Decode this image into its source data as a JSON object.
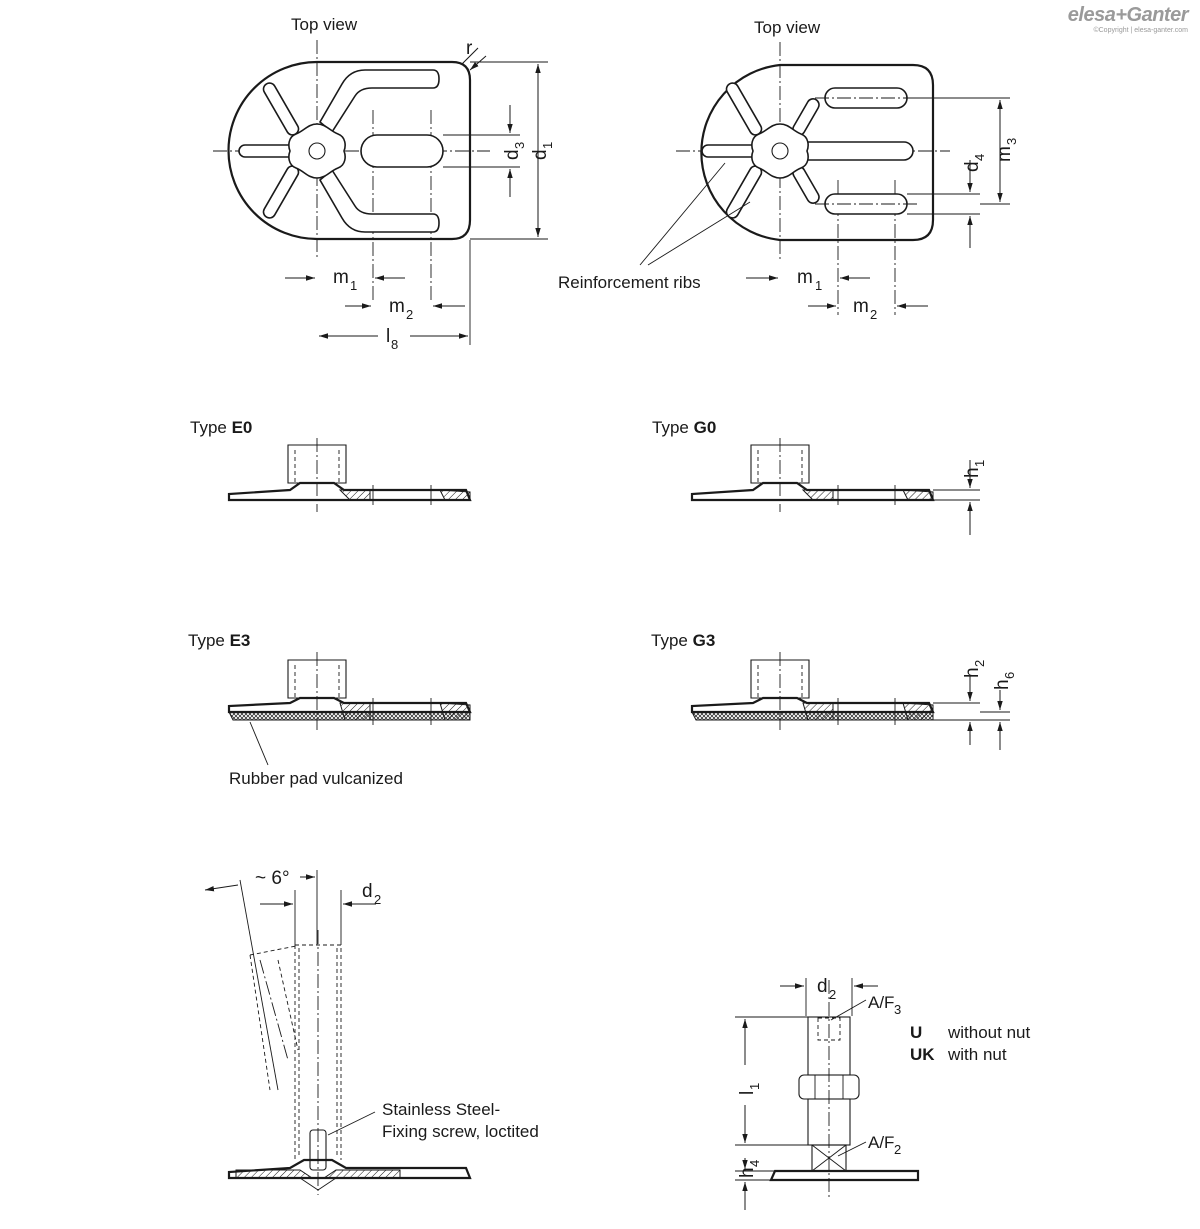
{
  "brand": {
    "name": "elesa+Ganter",
    "copyright": "©Copyright | elesa-ganter.com"
  },
  "views": {
    "top_view_left": "Top view",
    "top_view_right": "Top view"
  },
  "labels": {
    "reinforcement_ribs": "Reinforcement ribs",
    "rubber_pad": "Rubber pad vulcanized",
    "fixing_screw_line1": "Stainless Steel-",
    "fixing_screw_line2": "Fixing screw, loctited",
    "angle": "~ 6°"
  },
  "types": {
    "e0": {
      "prefix": "Type ",
      "code": "E0"
    },
    "g0": {
      "prefix": "Type ",
      "code": "G0"
    },
    "e3": {
      "prefix": "Type ",
      "code": "E3"
    },
    "g3": {
      "prefix": "Type ",
      "code": "G3"
    }
  },
  "dimensions": {
    "r": "r",
    "d": "d",
    "d1": "1",
    "d2": "2",
    "d3": "3",
    "d4": "4",
    "m": "m",
    "m1": "1",
    "m2": "2",
    "m3": "3",
    "l": "l",
    "l8": "8",
    "h": "h",
    "h1": "1",
    "h2": "2",
    "h4": "4",
    "h6": "6",
    "l1": "1",
    "af": "A/F",
    "af2": "2",
    "af3": "3"
  },
  "legend": [
    {
      "code": "U",
      "text": "without nut"
    },
    {
      "code": "UK",
      "text": "with nut"
    }
  ]
}
